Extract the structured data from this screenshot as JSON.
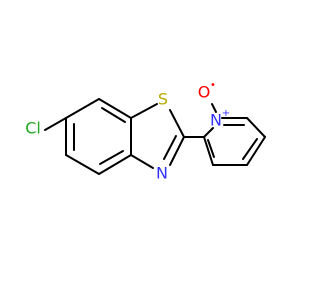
{
  "molecule": {
    "atoms": {
      "chlorine": {
        "symbol": "Cl",
        "color": "#22aa22"
      },
      "sulfur": {
        "symbol": "S",
        "color": "#bbaa00"
      },
      "nitrogen_thiazole": {
        "symbol": "N",
        "color": "#3333ff"
      },
      "nitrogen_pyridine": {
        "symbol": "N",
        "color": "#3333ff",
        "charge": "+"
      },
      "oxygen": {
        "symbol": "O",
        "color": "#ff0000",
        "radical": "•"
      }
    }
  }
}
